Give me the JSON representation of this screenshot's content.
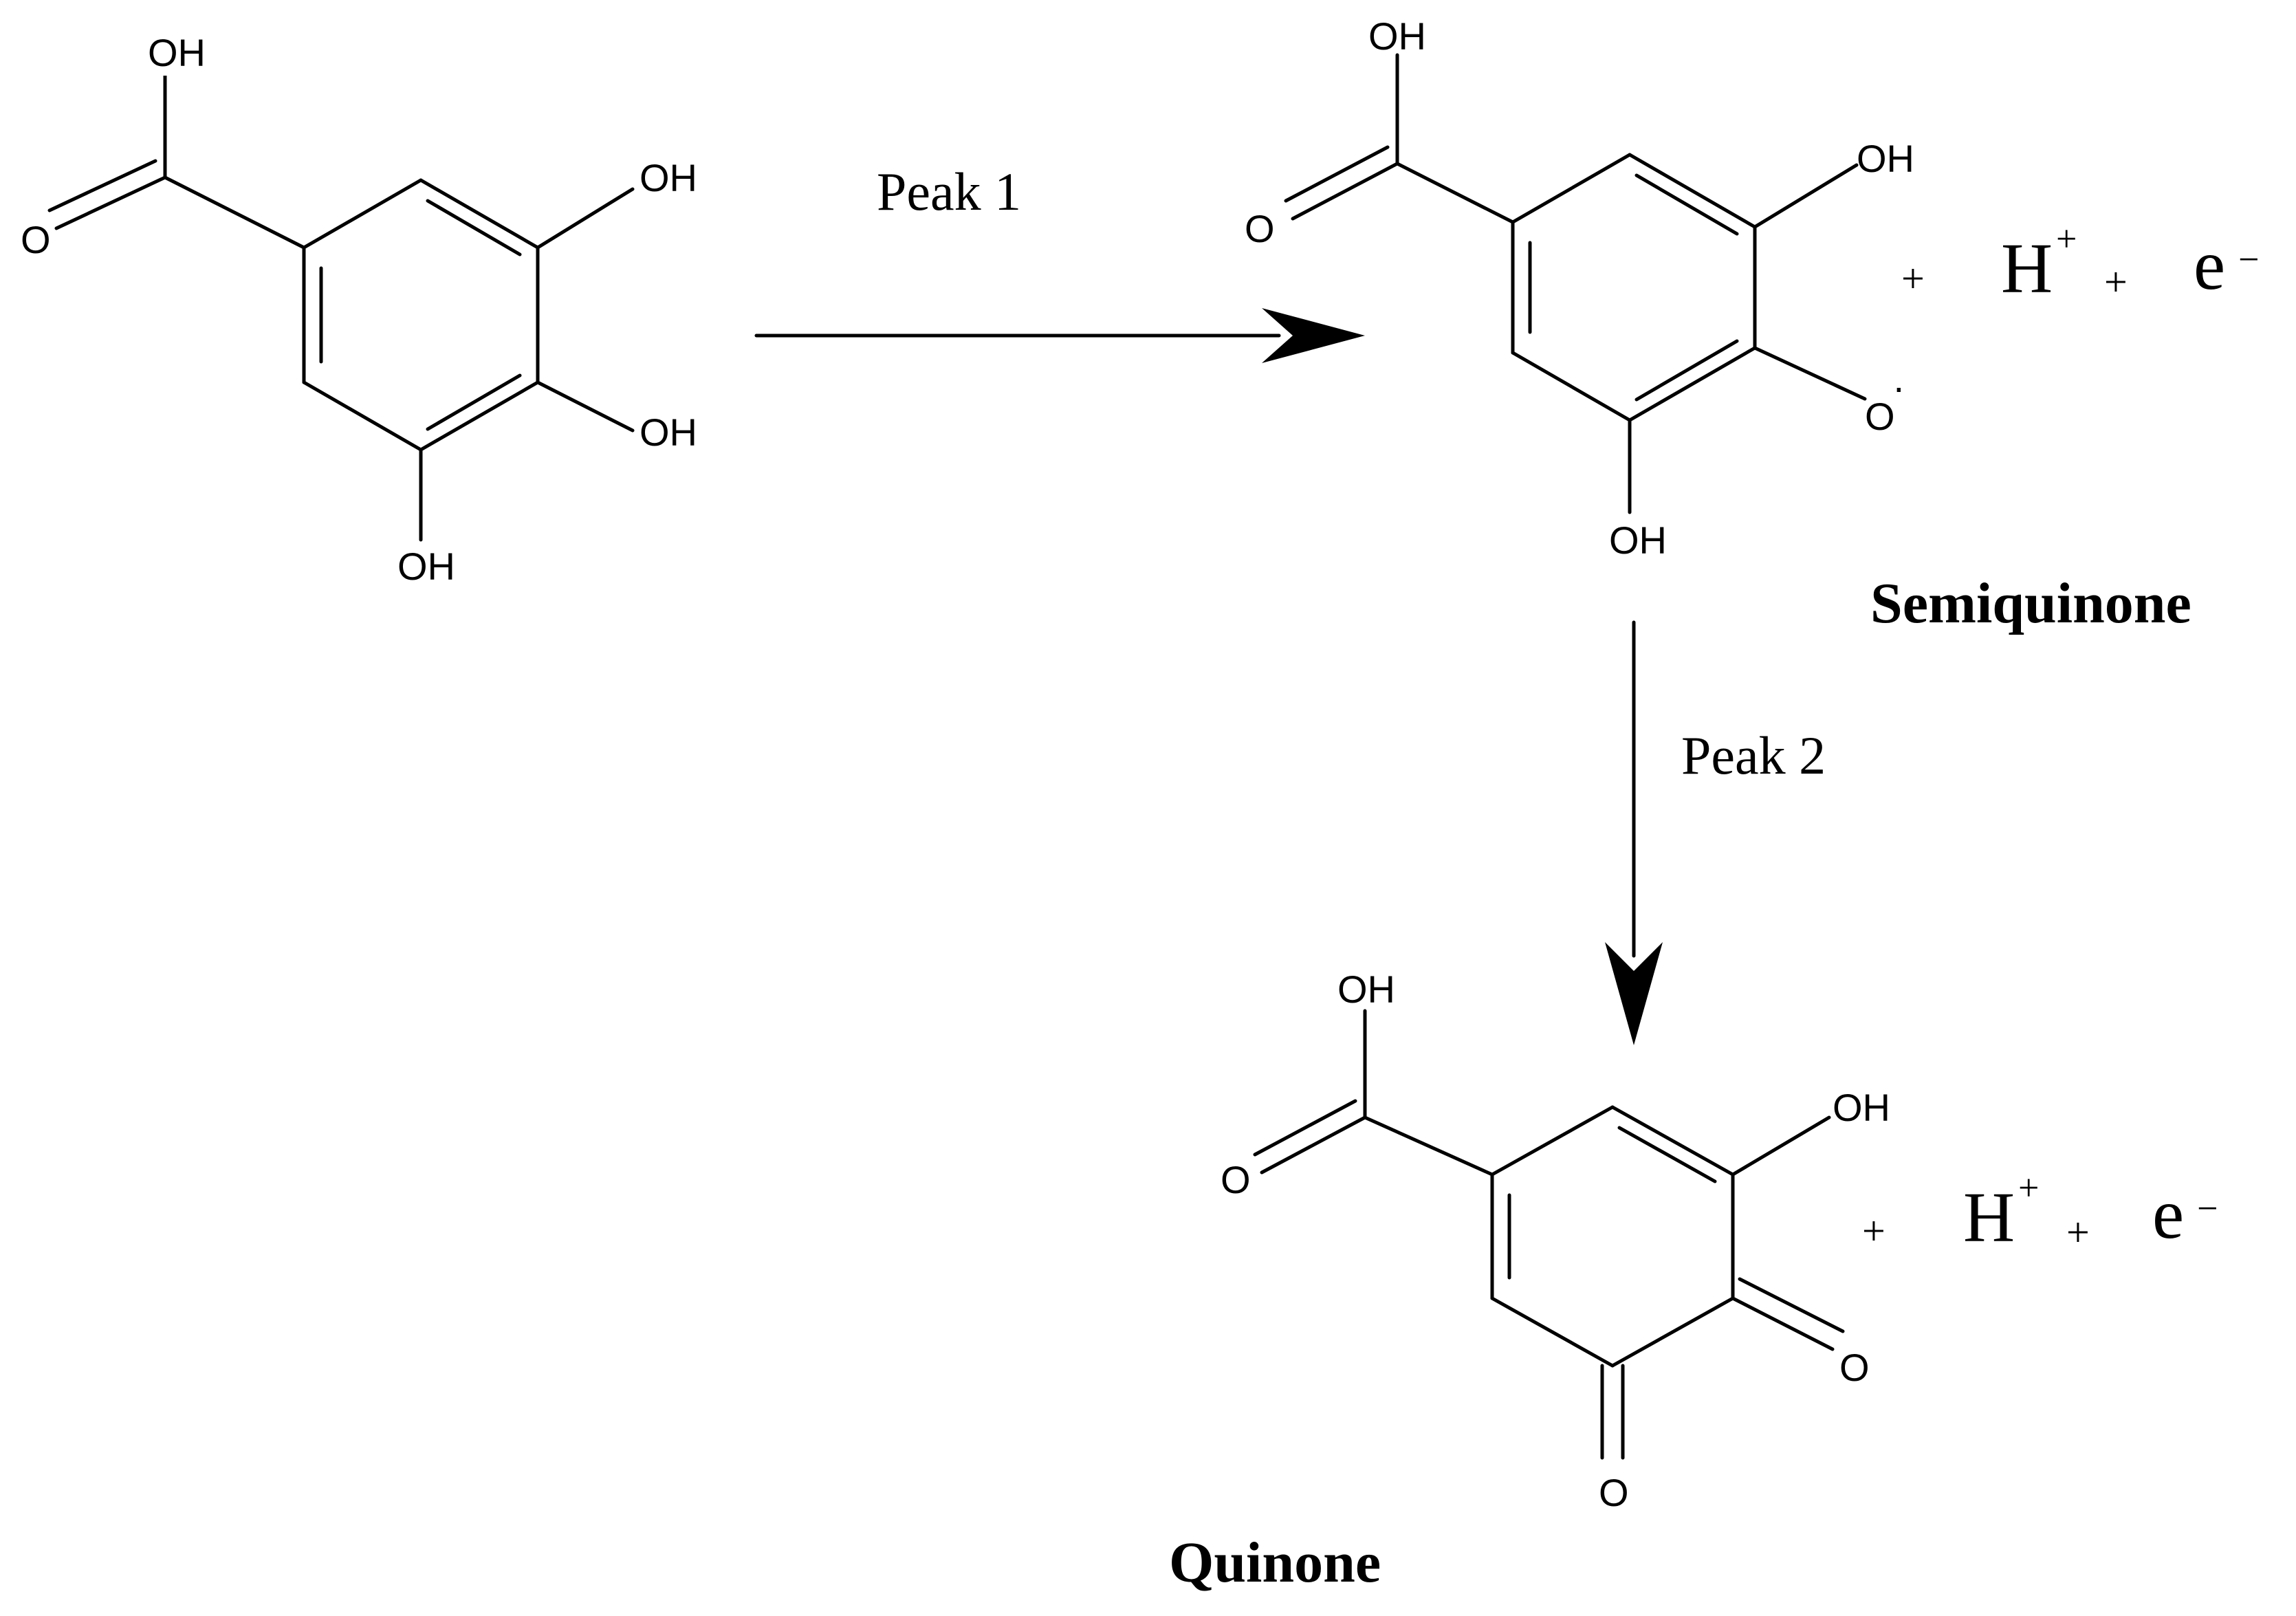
{
  "scheme": {
    "reactions": [
      {
        "arrow_label": "Peak 1"
      },
      {
        "arrow_label": "Peak 2"
      }
    ],
    "molecules": {
      "gallic_acid": {
        "atoms": {
          "oh_acid": "OH",
          "o_carbonyl": "O",
          "oh_3": "OH",
          "oh_4": "OH",
          "oh_5": "OH"
        }
      },
      "semiquinone": {
        "name": "Semiquinone",
        "atoms": {
          "oh_acid": "OH",
          "o_carbonyl": "O",
          "oh_3": "OH",
          "o_radical": "O",
          "radical_dot": "·",
          "oh_5": "OH"
        },
        "byproducts": {
          "plus_1": "+",
          "proton": "H",
          "proton_charge": "+",
          "plus_2": "+",
          "electron": "e",
          "electron_charge": "−"
        }
      },
      "quinone": {
        "name": "Quinone",
        "atoms": {
          "oh_acid": "OH",
          "o_carbonyl": "O",
          "oh_3": "OH",
          "o_4": "O",
          "o_5": "O"
        },
        "byproducts": {
          "plus_1": "+",
          "proton": "H",
          "proton_charge": "+",
          "plus_2": "+",
          "electron": "e",
          "electron_charge": "−"
        }
      }
    }
  }
}
